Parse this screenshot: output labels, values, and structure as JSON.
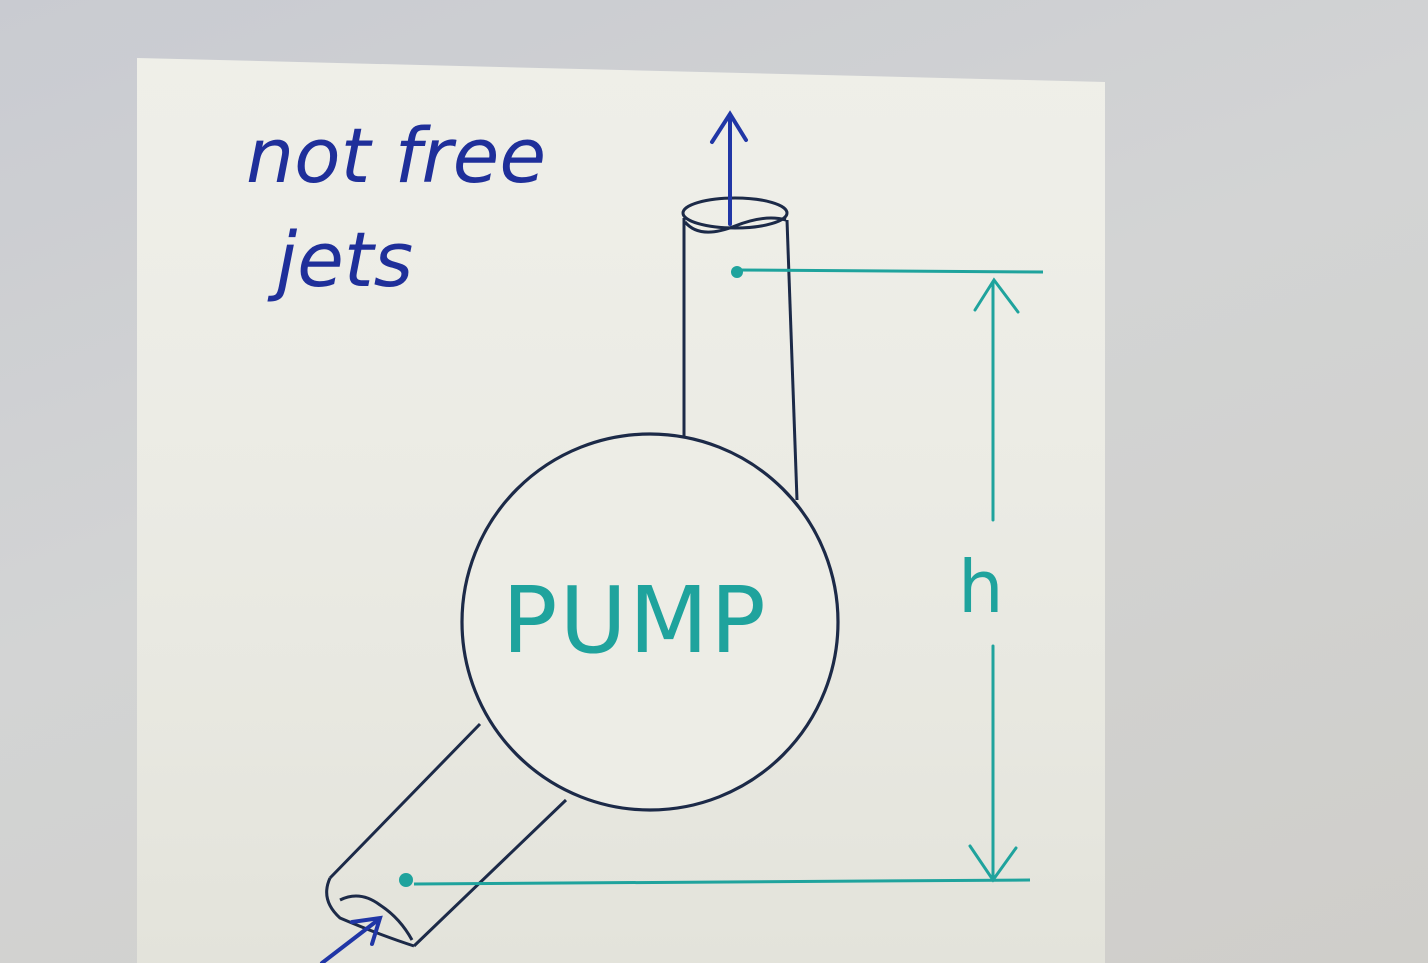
{
  "annotation": {
    "line1": "not free",
    "line2": "jets"
  },
  "pump_label": "PUMP",
  "dimension_label": "h",
  "colors": {
    "ink_blue": "#1f2f9a",
    "teal": "#1fa39d",
    "outline": "#1c2a48",
    "paper": "#edede6",
    "screen_bezel": "#cfd0d2"
  }
}
